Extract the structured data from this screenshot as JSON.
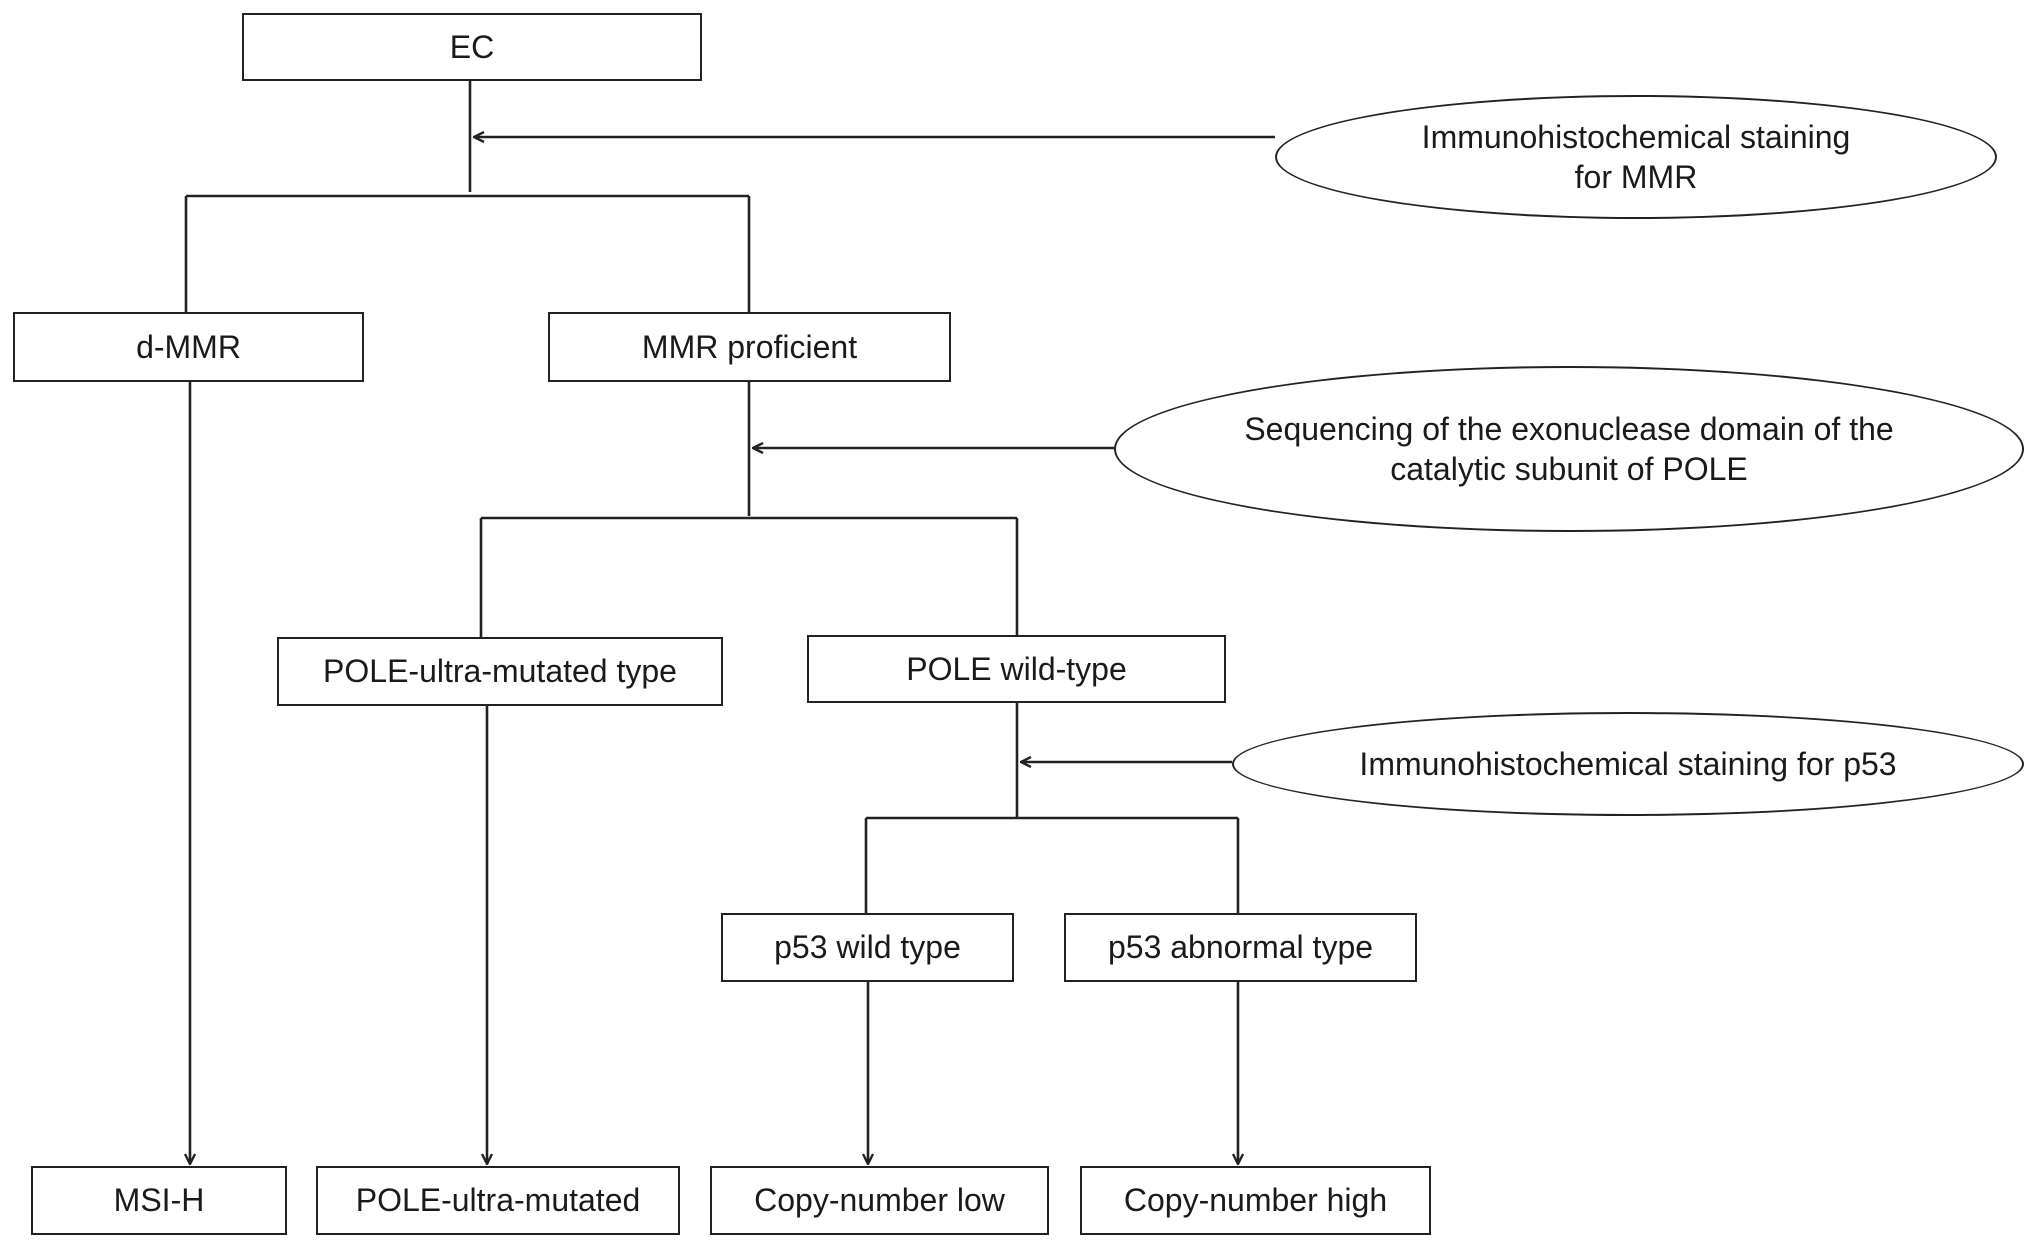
{
  "nodes": {
    "ec": "EC",
    "d_mmr": "d-MMR",
    "mmr_proficient": "MMR proficient",
    "pole_ultra_mutated_type": "POLE-ultra-mutated type",
    "pole_wild_type": "POLE wild-type",
    "p53_wild_type": "p53 wild type",
    "p53_abnormal_type": "p53 abnormal type",
    "msi_h": "MSI-H",
    "pole_ultra_mutated": "POLE-ultra-mutated",
    "copy_number_low": "Copy-number low",
    "copy_number_high": "Copy-number high"
  },
  "tests": {
    "mmr_ihc": {
      "line1": "Immunohistochemical staining",
      "line2": "for MMR"
    },
    "pole_sequencing": {
      "line1": "Sequencing of the exonuclease domain of the",
      "line2": "catalytic subunit of POLE"
    },
    "p53_ihc": {
      "line1": "Immunohistochemical staining for p53"
    }
  }
}
